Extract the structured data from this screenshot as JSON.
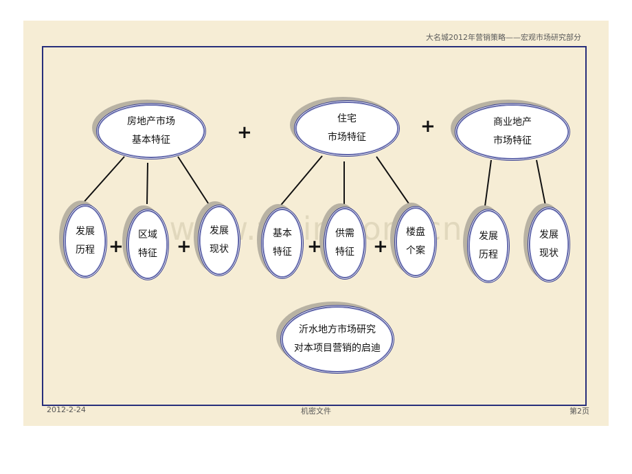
{
  "header": {
    "title": "大名城2012年营销策略——宏观市场研究部分"
  },
  "watermark": "www.zixin.com.cn",
  "nodes": {
    "real_estate": "房地产市场\n基本特征",
    "residential": "住宅\n市场特征",
    "commercial": "商业地产\n市场特征",
    "history_1": "发展\n历程",
    "region": "区域\n特征",
    "status_1": "发展\n现状",
    "basic": "基本\n特征",
    "supply": "供需\n特征",
    "case": "楼盘\n个案",
    "history_2": "发展\n历程",
    "status_2": "发展\n现状",
    "conclusion": "沂水地方市场研究\n对本项目营销的启迪"
  },
  "plus_sign": "+",
  "footer": {
    "date": "2012-2-24",
    "center": "机密文件",
    "page": "第2页"
  }
}
